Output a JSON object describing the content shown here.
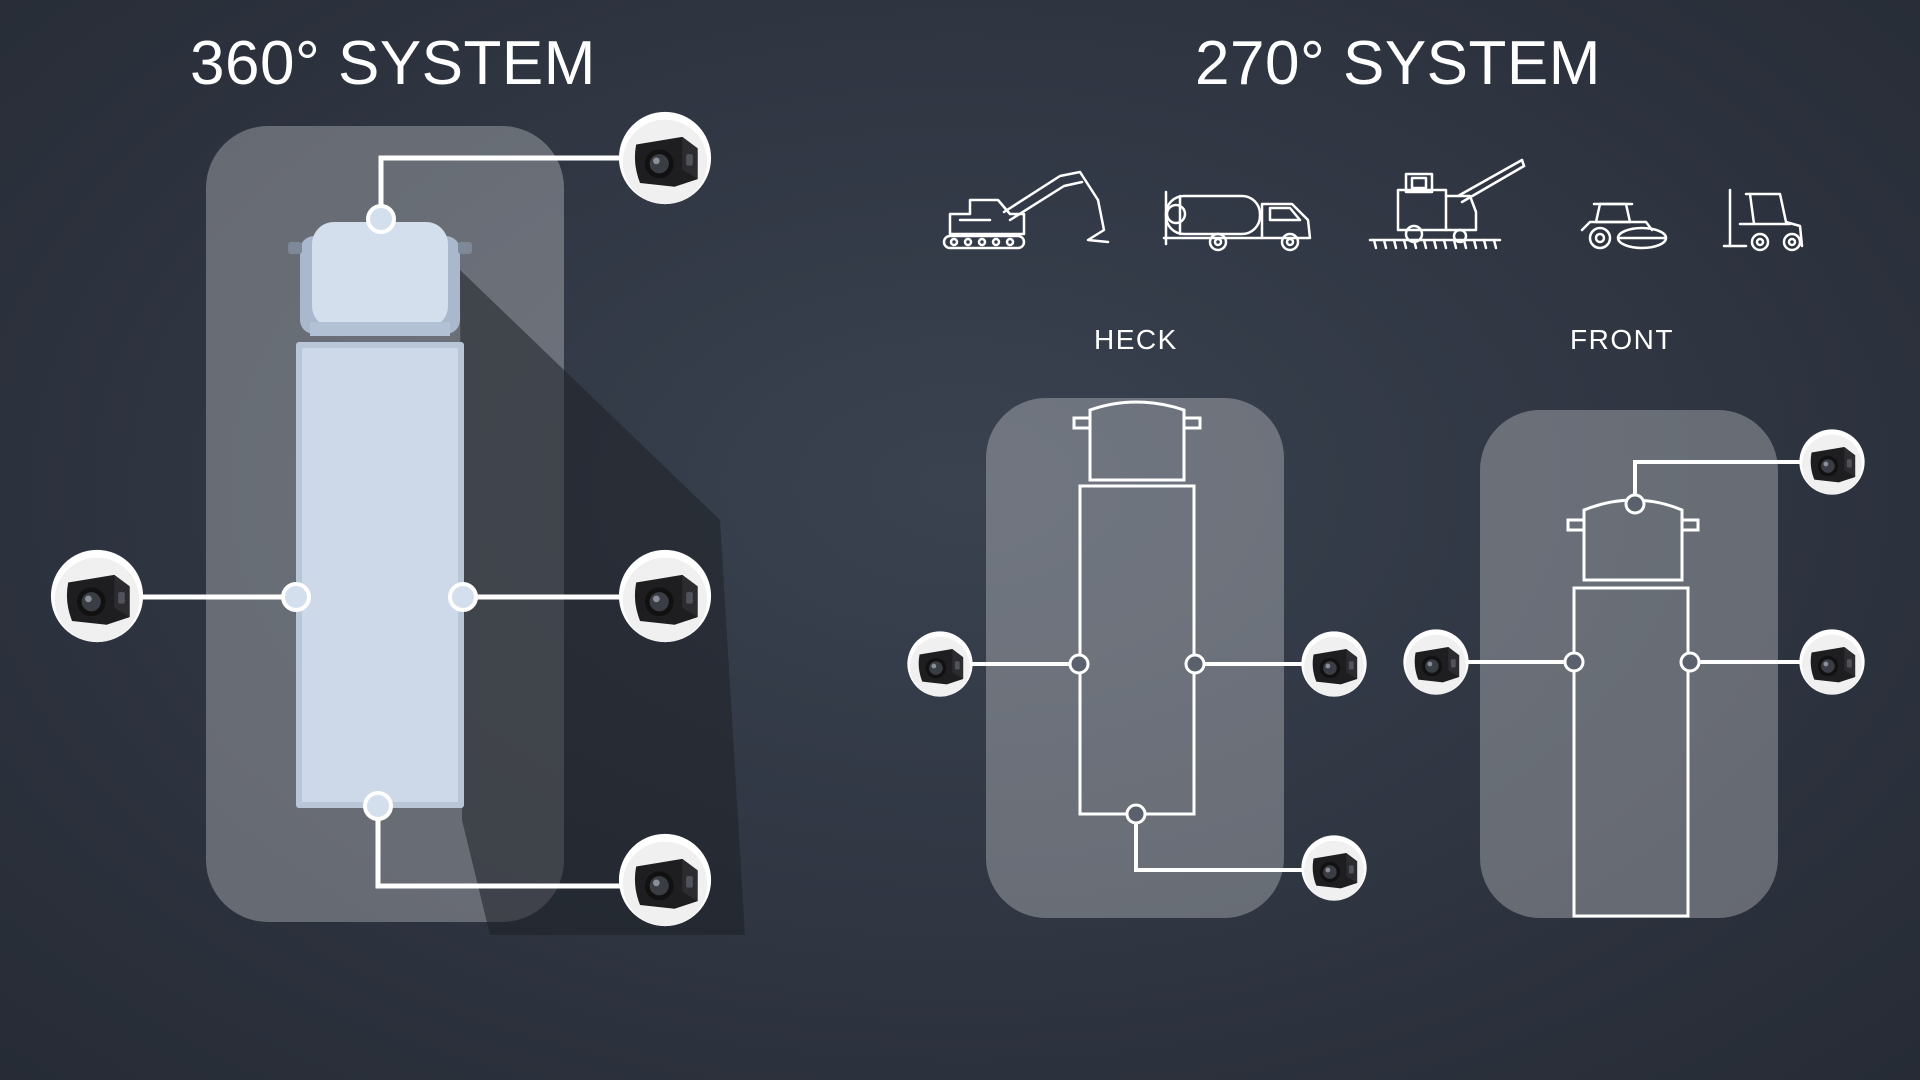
{
  "systems": [
    {
      "title": "360° SYSTEM",
      "camera_count": 4,
      "camera_positions": [
        "front",
        "left",
        "right",
        "rear"
      ]
    },
    {
      "title": "270° SYSTEM",
      "vehicle_icons": [
        "excavator-icon",
        "tanker-truck-icon",
        "harvester-icon",
        "road-roller-icon",
        "forklift-icon"
      ],
      "configurations": [
        {
          "label": "HECK",
          "camera_count": 3,
          "camera_positions": [
            "left",
            "right",
            "rear"
          ]
        },
        {
          "label": "FRONT",
          "camera_count": 3,
          "camera_positions": [
            "front",
            "left",
            "right"
          ]
        }
      ]
    }
  ],
  "colors": {
    "background": "#2f3541",
    "zone_fill": "#ffffff",
    "line": "#ffffff",
    "truck_body": "#c9d6e6"
  }
}
